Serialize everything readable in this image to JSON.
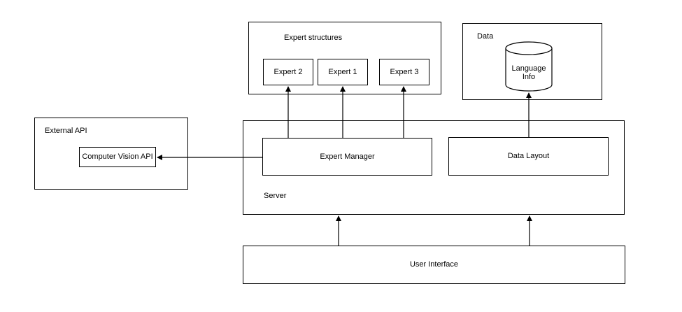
{
  "external_api": {
    "title": "External API",
    "computer_vision": "Computer Vision API"
  },
  "expert_structures": {
    "title": "Expert structures",
    "experts": [
      "Expert 2",
      "Expert 1",
      "Expert 3"
    ]
  },
  "data_group": {
    "title": "Data",
    "database": "Language Info"
  },
  "server": {
    "title": "Server",
    "expert_manager": "Expert Manager",
    "data_layout": "Data Layout"
  },
  "user_interface": "User Interface"
}
